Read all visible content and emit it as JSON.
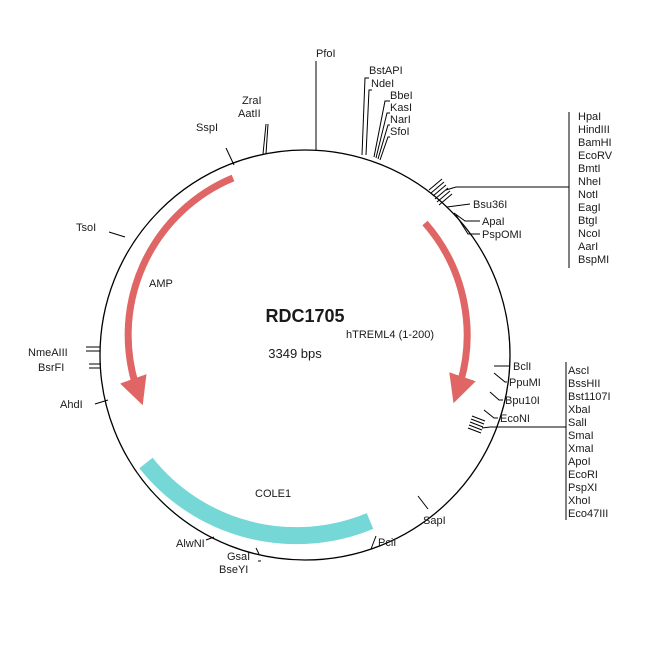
{
  "plasmid": {
    "name": "RDC1705",
    "size": "3349 bps"
  },
  "features": {
    "amp": "AMP",
    "insert": "hTREML4 (1-200)",
    "ori": "COLE1"
  },
  "colors": {
    "arrow": "#e06666",
    "ori": "#76d7d7",
    "circle": "#000000"
  },
  "sites": {
    "top": [
      "PfoI",
      "BstAPI",
      "NdeI",
      "BbeI",
      "KasI",
      "NarI",
      "SfoI",
      "ZraI",
      "AatII",
      "SspI"
    ],
    "mcs1": [
      "HpaI",
      "HindIII",
      "BamHI",
      "EcoRV",
      "BmtI",
      "NheI",
      "NotI",
      "EagI",
      "BtgI",
      "NcoI",
      "AarI",
      "BspMI"
    ],
    "right_upper": [
      "Bsu36I",
      "ApaI",
      "PspOMI"
    ],
    "right_mid": [
      "BclI",
      "PpuMI",
      "Bpu10I",
      "EcoNI"
    ],
    "mcs2": [
      "AscI",
      "BssHII",
      "Bst1107I",
      "XbaI",
      "SalI",
      "SmaI",
      "XmaI",
      "ApoI",
      "EcoRI",
      "PspXI",
      "XhoI",
      "Eco47III"
    ],
    "bottom": [
      "SapI",
      "PciI",
      "GsaI",
      "BseYI",
      "AlwNI"
    ],
    "left": [
      "TsoI",
      "NmeAIII",
      "BsrFI",
      "AhdI"
    ]
  }
}
